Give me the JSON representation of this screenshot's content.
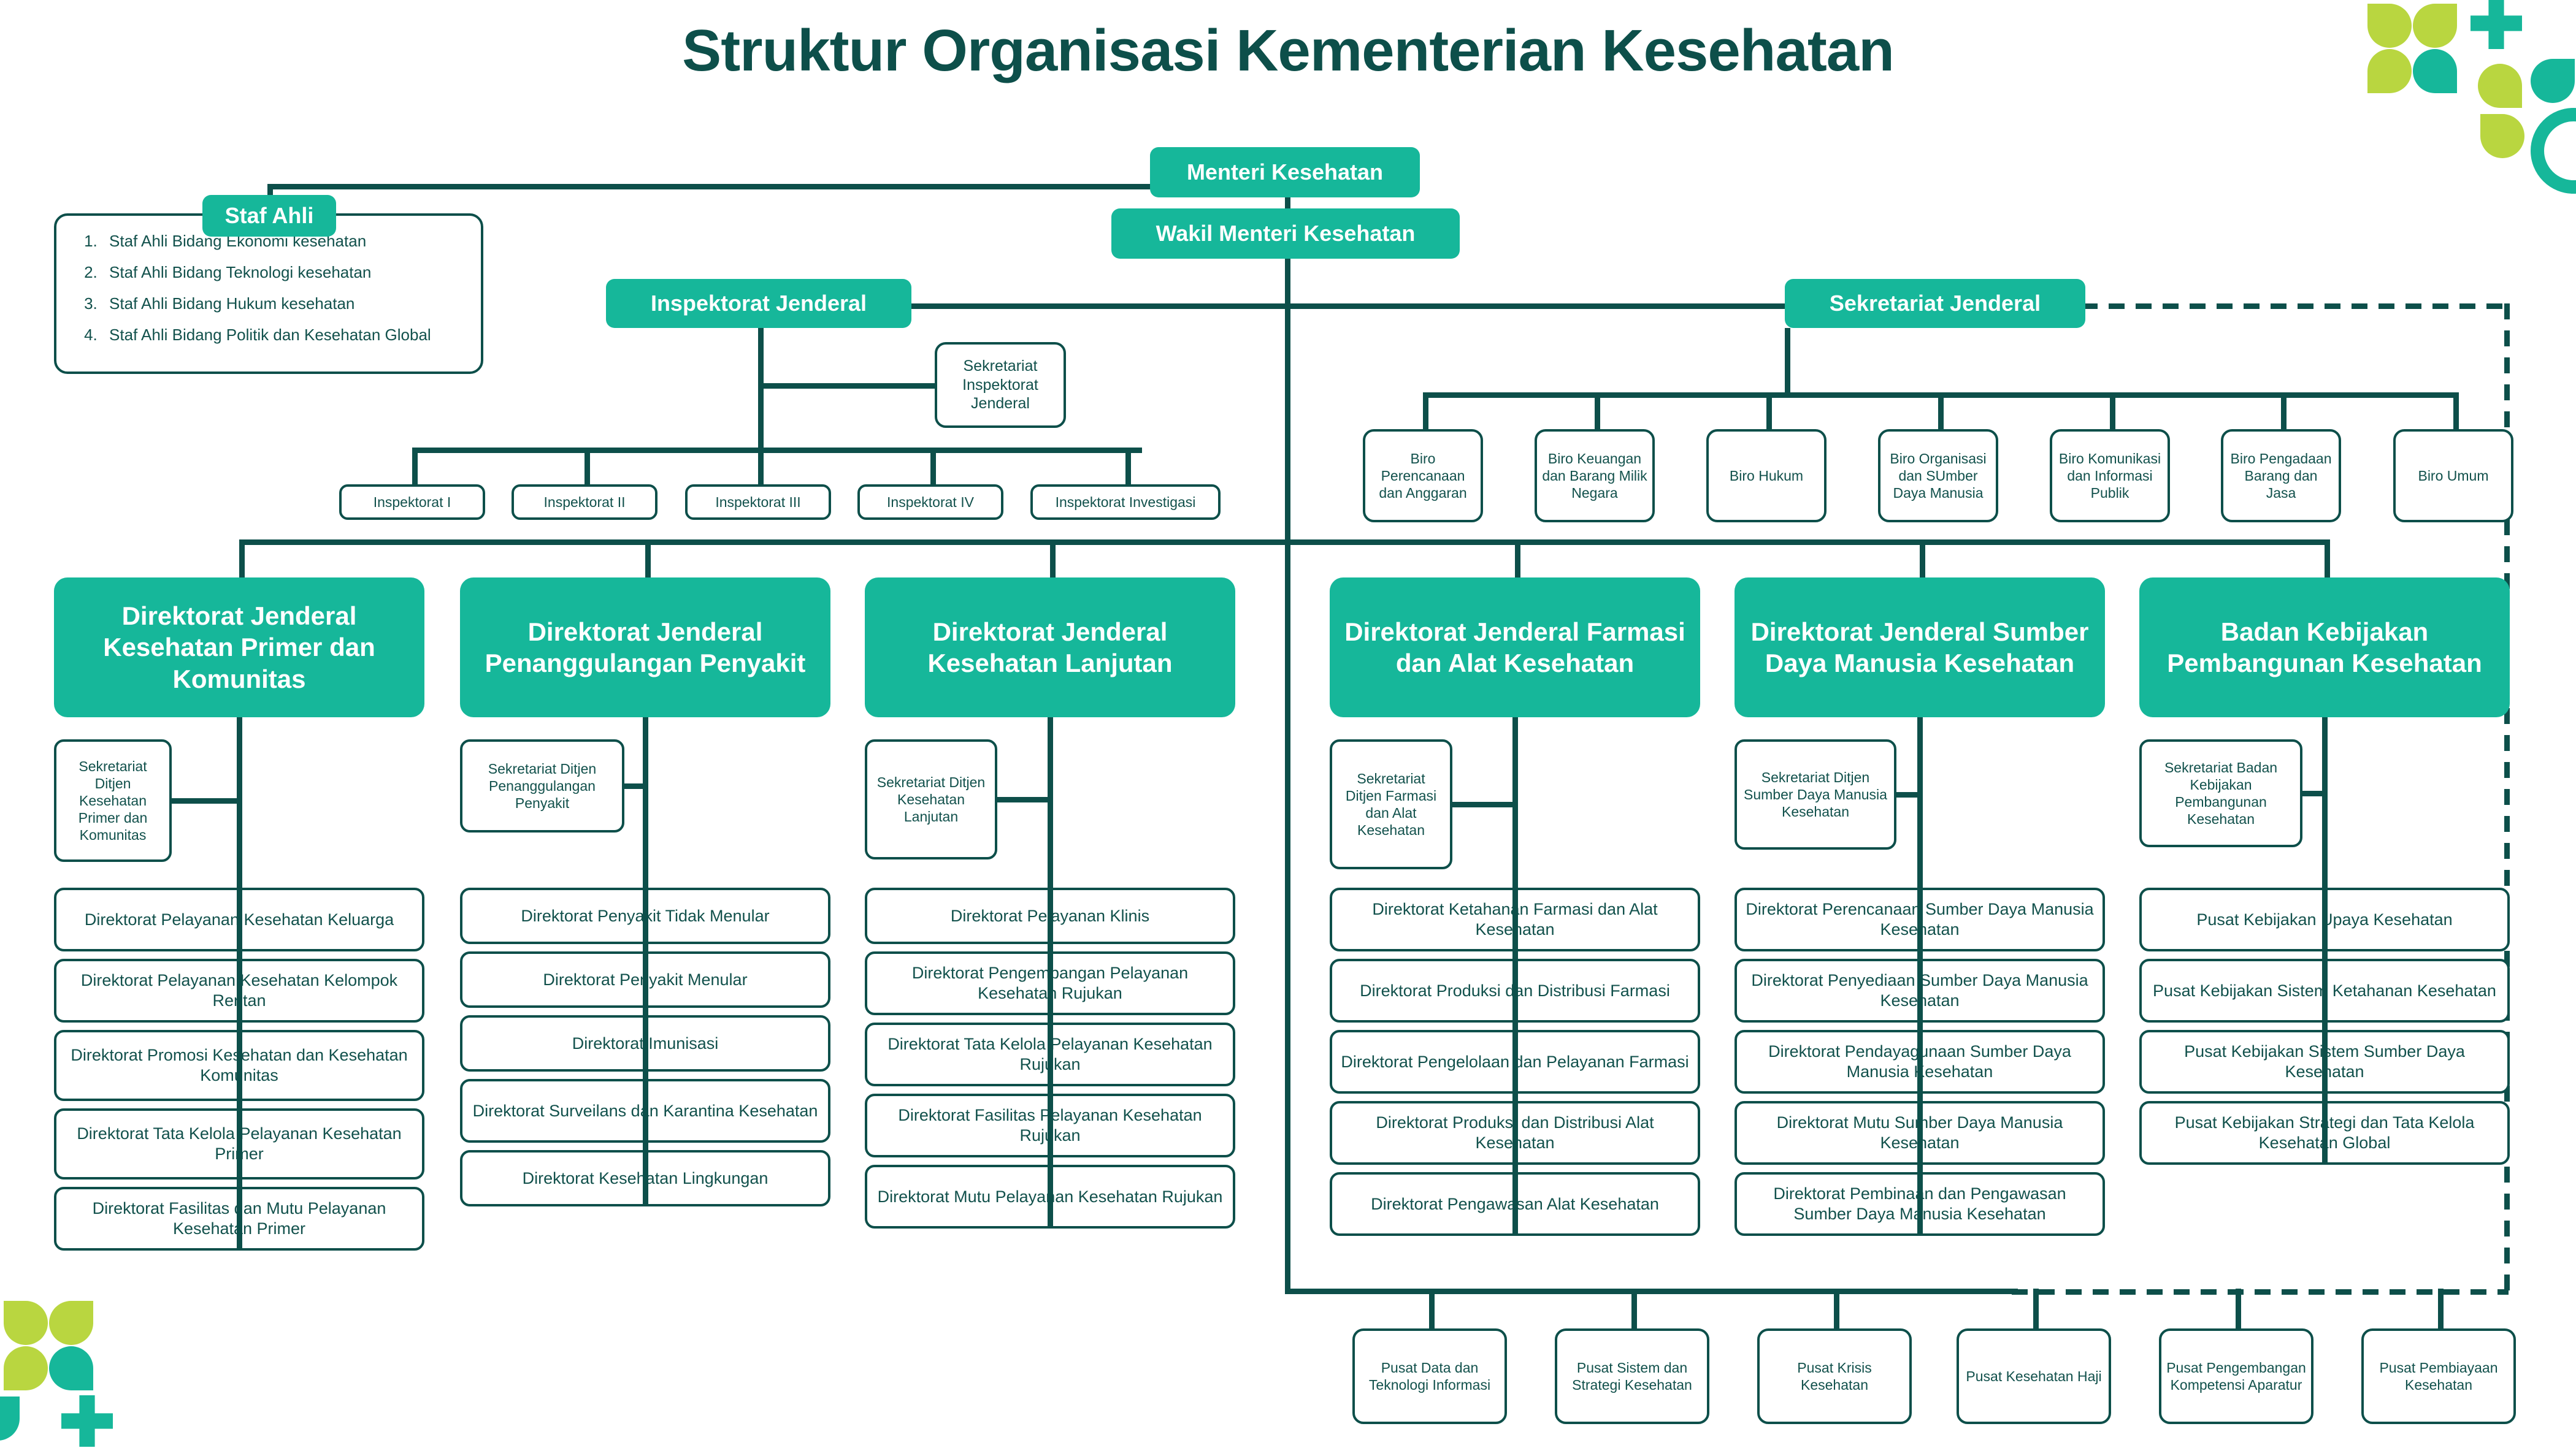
{
  "page": {
    "title": "Struktur Organisasi Kementerian Kesehatan",
    "accent_teal": "#16b79a",
    "accent_dark": "#0d4f4a",
    "accent_green": "#b9d640"
  },
  "top": {
    "menteri": "Menteri Kesehatan",
    "wakil_menteri": "Wakil Menteri Kesehatan"
  },
  "staf_ahli": {
    "badge": "Staf Ahli",
    "items": [
      "Staf Ahli Bidang Ekonomi kesehatan",
      "Staf Ahli Bidang Teknologi kesehatan",
      "Staf Ahli Bidang Hukum kesehatan",
      "Staf Ahli Bidang Politik dan Kesehatan Global"
    ]
  },
  "inspektorat": {
    "header": "Inspektorat Jenderal",
    "sekretariat": "Sekretariat Inspektorat Jenderal",
    "units": [
      "Inspektorat I",
      "Inspektorat II",
      "Inspektorat III",
      "Inspektorat IV",
      "Inspektorat Investigasi"
    ]
  },
  "sekretariat_jenderal": {
    "header": "Sekretariat Jenderal",
    "biro": [
      "Biro Perencanaan dan Anggaran",
      "Biro Keuangan dan Barang Milik Negara",
      "Biro Hukum",
      "Biro Organisasi dan SUmber Daya Manusia",
      "Biro Komunikasi dan Informasi Publik",
      "Biro Pengadaan Barang dan Jasa",
      "Biro Umum"
    ]
  },
  "columns": [
    {
      "header": "Direktorat Jenderal Kesehatan Primer dan Komunitas",
      "sekretariat": "Sekretariat Ditjen Kesehatan Primer dan Komunitas",
      "units": [
        "Direktorat Pelayanan Kesehatan Keluarga",
        "Direktorat Pelayanan Kesehatan Kelompok Rentan",
        "Direktorat Promosi Kesehatan dan Kesehatan Komunitas",
        "Direktorat Tata Kelola Pelayanan Kesehatan Primer",
        "Direktorat Fasilitas dan Mutu Pelayanan Kesehatan Primer"
      ]
    },
    {
      "header": "Direktorat Jenderal Penanggulangan Penyakit",
      "sekretariat": "Sekretariat Ditjen Penanggulangan Penyakit",
      "units": [
        "Direktorat Penyakit Tidak Menular",
        "Direktorat Penyakit Menular",
        "Direktorat Imunisasi",
        "Direktorat Surveilans dan Karantina Kesehatan",
        "Direktorat Kesehatan Lingkungan"
      ]
    },
    {
      "header": "Direktorat Jenderal Kesehatan Lanjutan",
      "sekretariat": "Sekretariat Ditjen Kesehatan Lanjutan",
      "units": [
        "Direktorat Pelayanan Klinis",
        "Direktorat Pengembangan Pelayanan Kesehatan Rujukan",
        "Direktorat Tata Kelola Pelayanan Kesehatan Rujukan",
        "Direktorat Fasilitas Pelayanan Kesehatan Rujukan",
        "Direktorat Mutu Pelayanan Kesehatan Rujukan"
      ]
    },
    {
      "header": "Direktorat Jenderal Farmasi dan Alat Kesehatan",
      "sekretariat": "Sekretariat Ditjen Farmasi dan Alat Kesehatan",
      "units": [
        "Direktorat Ketahanan Farmasi dan Alat Kesehatan",
        "Direktorat Produksi dan Distribusi Farmasi",
        "Direktorat Pengelolaan dan Pelayanan Farmasi",
        "Direktorat Produksi dan Distribusi Alat Kesehatan",
        "Direktorat Pengawasan Alat Kesehatan"
      ]
    },
    {
      "header": "Direktorat Jenderal Sumber Daya Manusia Kesehatan",
      "sekretariat": "Sekretariat Ditjen Sumber Daya Manusia Kesehatan",
      "units": [
        "Direktorat Perencanaan Sumber Daya Manusia Kesehatan",
        "Direktorat Penyediaan Sumber Daya Manusia Kesehatan",
        "Direktorat Pendayagunaan Sumber Daya Manusia Kesehatan",
        "Direktorat Mutu Sumber Daya Manusia Kesehatan",
        "Direktorat Pembinaan dan Pengawasan Sumber Daya Manusia Kesehatan"
      ]
    },
    {
      "header": "Badan Kebijakan Pembangunan Kesehatan",
      "sekretariat": "Sekretariat Badan Kebijakan Pembangunan Kesehatan",
      "units": [
        "Pusat Kebijakan Upaya Kesehatan",
        "Pusat Kebijakan Sistem Ketahanan Kesehatan",
        "Pusat Kebijakan Sistem Sumber Daya Kesehatan",
        "Pusat Kebijakan Strategi dan Tata Kelola Kesehatan Global"
      ]
    }
  ],
  "pusat": [
    "Pusat Data dan Teknologi Informasi",
    "Pusat Sistem dan Strategi Kesehatan",
    "Pusat Krisis Kesehatan",
    "Pusat Kesehatan Haji",
    "Pusat Pengembangan Kompetensi Aparatur",
    "Pusat Pembiayaan Kesehatan"
  ]
}
